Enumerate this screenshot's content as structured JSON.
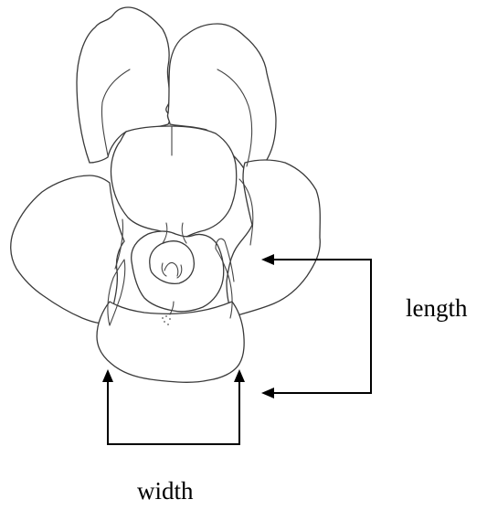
{
  "diagram": {
    "subject": "flower-outline-drawing",
    "labels": {
      "length": "length",
      "width": "width"
    },
    "colors": {
      "background": "#ffffff",
      "outline": "#3a3a3a",
      "measurement": "#000000"
    }
  }
}
